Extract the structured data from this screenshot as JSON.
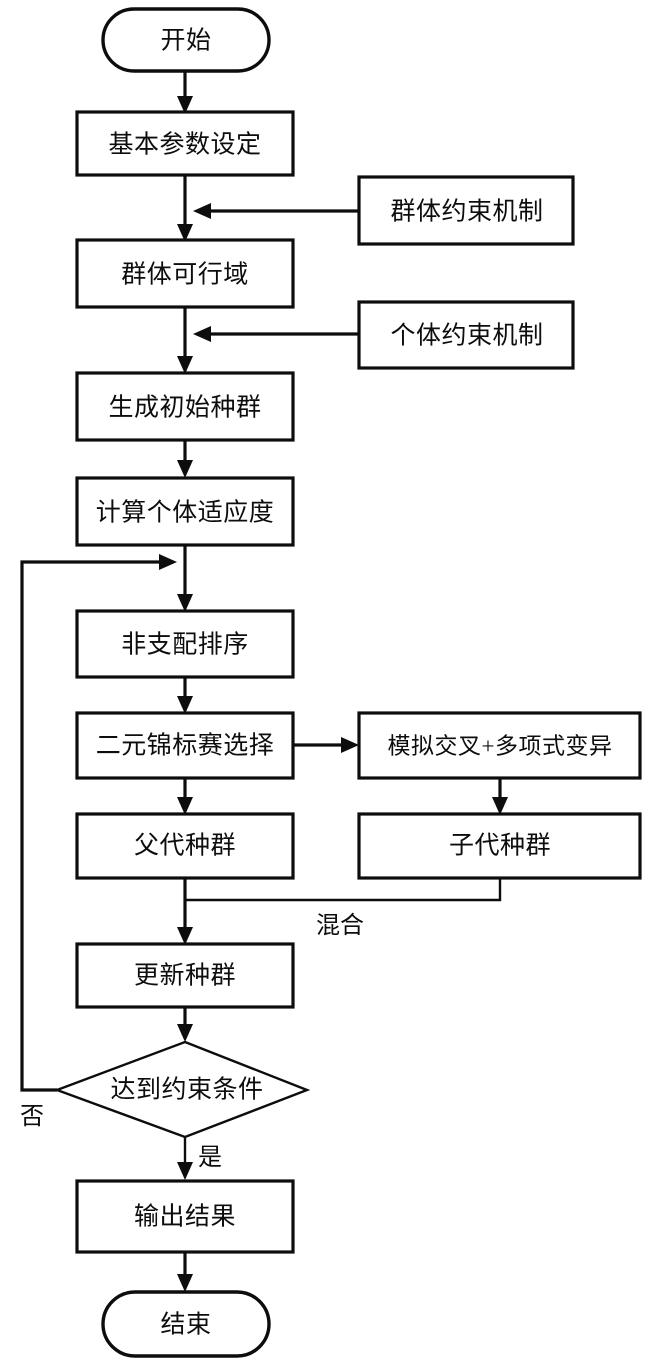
{
  "chart_data": {
    "type": "diagram",
    "title": "",
    "diagram_kind": "flowchart",
    "orientation": "top-to-bottom",
    "nodes": [
      {
        "id": "start",
        "label": "开始",
        "shape": "terminal",
        "column": "main"
      },
      {
        "id": "params",
        "label": "基本参数设定",
        "shape": "process",
        "column": "main"
      },
      {
        "id": "group_con",
        "label": "群体约束机制",
        "shape": "process",
        "column": "right"
      },
      {
        "id": "feasible",
        "label": "群体可行域",
        "shape": "process",
        "column": "main"
      },
      {
        "id": "indiv_con",
        "label": "个体约束机制",
        "shape": "process",
        "column": "right"
      },
      {
        "id": "init_pop",
        "label": "生成初始种群",
        "shape": "process",
        "column": "main"
      },
      {
        "id": "fitness",
        "label": "计算个体适应度",
        "shape": "process",
        "column": "main"
      },
      {
        "id": "nds",
        "label": "非支配排序",
        "shape": "process",
        "column": "main"
      },
      {
        "id": "tournament",
        "label": "二元锦标赛选择",
        "shape": "process",
        "column": "main"
      },
      {
        "id": "crossover",
        "label": "模拟交叉+多项式变异",
        "shape": "process",
        "column": "right"
      },
      {
        "id": "parent_pop",
        "label": "父代种群",
        "shape": "process",
        "column": "main"
      },
      {
        "id": "child_pop",
        "label": "子代种群",
        "shape": "process",
        "column": "right"
      },
      {
        "id": "update_pop",
        "label": "更新种群",
        "shape": "process",
        "column": "main"
      },
      {
        "id": "decision",
        "label": "达到约束条件",
        "shape": "decision",
        "column": "main"
      },
      {
        "id": "output",
        "label": "输出结果",
        "shape": "process",
        "column": "main"
      },
      {
        "id": "end",
        "label": "结束",
        "shape": "terminal",
        "column": "main"
      }
    ],
    "edges": [
      {
        "from": "start",
        "to": "params",
        "label": ""
      },
      {
        "from": "params",
        "to": "feasible",
        "label": ""
      },
      {
        "from": "group_con",
        "to": "params_to_feasible",
        "label": ""
      },
      {
        "from": "feasible",
        "to": "init_pop",
        "label": ""
      },
      {
        "from": "indiv_con",
        "to": "feasible_to_init_pop",
        "label": ""
      },
      {
        "from": "init_pop",
        "to": "fitness",
        "label": ""
      },
      {
        "from": "fitness",
        "to": "nds",
        "label": ""
      },
      {
        "from": "nds",
        "to": "tournament",
        "label": ""
      },
      {
        "from": "tournament",
        "to": "crossover",
        "label": ""
      },
      {
        "from": "tournament",
        "to": "parent_pop",
        "label": ""
      },
      {
        "from": "crossover",
        "to": "child_pop",
        "label": ""
      },
      {
        "from": "child_pop",
        "to": "update_pop",
        "label": "混合"
      },
      {
        "from": "parent_pop",
        "to": "update_pop",
        "label": ""
      },
      {
        "from": "update_pop",
        "to": "decision",
        "label": ""
      },
      {
        "from": "decision",
        "to": "output",
        "label": "是"
      },
      {
        "from": "decision",
        "to": "nds",
        "label": "否"
      },
      {
        "from": "output",
        "to": "end",
        "label": ""
      }
    ],
    "edge_labels": [
      {
        "id": "mix",
        "text": "混合"
      },
      {
        "id": "yes",
        "text": "是"
      },
      {
        "id": "no",
        "text": "否"
      }
    ],
    "colors": {
      "stroke": "#0d0d0d",
      "fill": "#ffffff",
      "text": "#0d0d0d",
      "background": "#ffffff"
    }
  },
  "nodes": {
    "start": {
      "label": "开始"
    },
    "params": {
      "label": "基本参数设定"
    },
    "group_con": {
      "label": "群体约束机制"
    },
    "feasible": {
      "label": "群体可行域"
    },
    "indiv_con": {
      "label": "个体约束机制"
    },
    "init_pop": {
      "label": "生成初始种群"
    },
    "fitness": {
      "label": "计算个体适应度"
    },
    "nds": {
      "label": "非支配排序"
    },
    "tournament": {
      "label": "二元锦标赛选择"
    },
    "crossover": {
      "label": "模拟交叉+多项式变异"
    },
    "parent_pop": {
      "label": "父代种群"
    },
    "child_pop": {
      "label": "子代种群"
    },
    "update_pop": {
      "label": "更新种群"
    },
    "decision": {
      "label": "达到约束条件"
    },
    "output": {
      "label": "输出结果"
    },
    "end": {
      "label": "结束"
    }
  },
  "labels": {
    "mix": "混合",
    "yes": "是",
    "no": "否"
  }
}
